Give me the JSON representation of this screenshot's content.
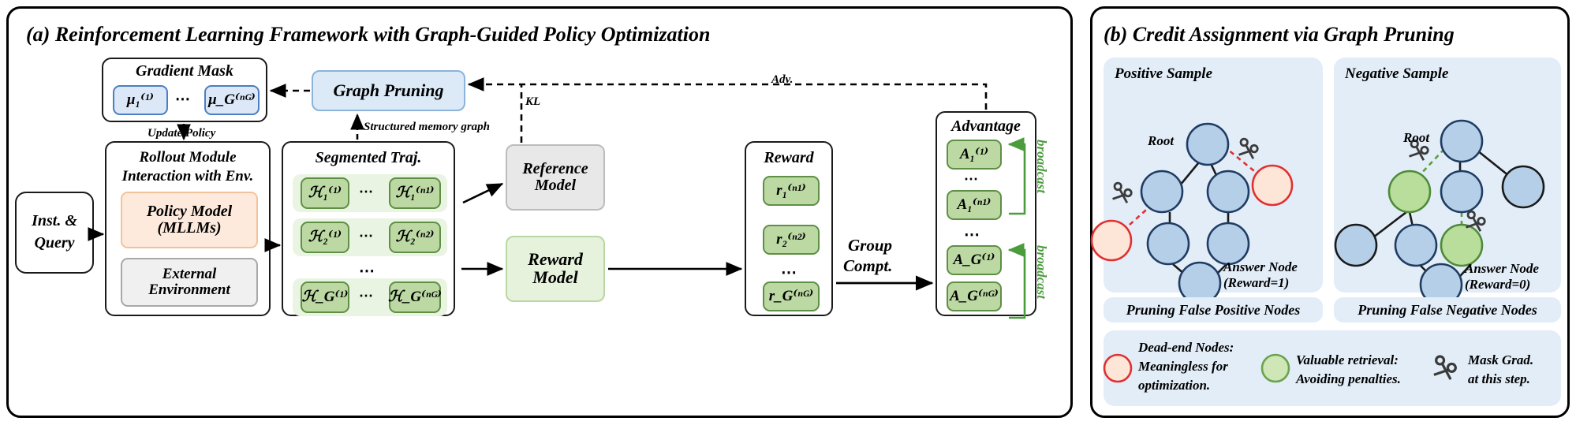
{
  "panels": {
    "a": {
      "title": "(a) Reinforcement Learning Framework with Graph-Guided Policy Optimization",
      "gradient_mask": {
        "title": "Gradient Mask",
        "chips": [
          "μ₁⁽¹⁾",
          "μ_G⁽ⁿᴳ⁾"
        ],
        "dots": "⋯"
      },
      "graph_pruning": {
        "label": "Graph Pruning"
      },
      "rollout": {
        "title_line1": "Rollout Module",
        "title_line2": "Interaction with Env.",
        "policy_model_line1": "Policy Model",
        "policy_model_line2": "(MLLMs)",
        "external_line1": "External",
        "external_line2": "Environment"
      },
      "input": {
        "line1": "Inst. &",
        "line2": "Query"
      },
      "segmented_traj": {
        "title": "Segmented Traj.",
        "rows": [
          {
            "first": "ℋ₁⁽¹⁾",
            "last": "ℋ₁⁽ⁿ¹⁾"
          },
          {
            "first": "ℋ₂⁽¹⁾",
            "last": "ℋ₂⁽ⁿ²⁾"
          },
          {
            "first": "ℋ_G⁽¹⁾",
            "last": "ℋ_G⁽ⁿᴳ⁾"
          }
        ],
        "vdots": "⋯",
        "dots": "⋯"
      },
      "reference_model": {
        "line1": "Reference",
        "line2": "Model"
      },
      "reward_model": {
        "line1": "Reward",
        "line2": "Model"
      },
      "reward": {
        "title": "Reward",
        "chips": [
          "r₁⁽ⁿ¹⁾",
          "r₂⁽ⁿ²⁾",
          "r_G⁽ⁿᴳ⁾"
        ],
        "dots": "⋯"
      },
      "advantage": {
        "title": "Advantage",
        "group1": [
          "A₁⁽¹⁾",
          "A₁⁽ⁿ¹⁾"
        ],
        "group2": [
          "A_G⁽¹⁾",
          "A_G⁽ⁿᴳ⁾"
        ],
        "dots": "⋯",
        "broadcast_label": "broadcast"
      },
      "edge_labels": {
        "update_policy": "Update Policy",
        "structured_memory_graph": "Structured memory graph",
        "kl": "KL",
        "adv": "Adv.",
        "group_compt_line1": "Group",
        "group_compt_line2": "Compt."
      }
    },
    "b": {
      "title": "(b) Credit Assignment via Graph Pruning",
      "positive": {
        "title": "Positive Sample",
        "root_label": "Root",
        "answer_line1": "Answer Node",
        "answer_line2": "(Reward=1)",
        "caption": "Pruning False Positive Nodes"
      },
      "negative": {
        "title": "Negative Sample",
        "root_label": "Root",
        "answer_line1": "Answer Node",
        "answer_line2": "(Reward=0)",
        "caption": "Pruning False Negative Nodes"
      },
      "legend": [
        {
          "swatch": "red-circle",
          "line1": "Dead-end Nodes:",
          "line2": "Meaningless for",
          "line3": "optimization."
        },
        {
          "swatch": "green-circle",
          "line1": "Valuable retrieval:",
          "line2": "Avoiding penalties.",
          "line3": ""
        },
        {
          "swatch": "scissors-icon",
          "line1": "Mask Grad.",
          "line2": "at this step.",
          "line3": ""
        }
      ]
    }
  },
  "colors": {
    "blue_node": "#b6cfe8",
    "blue_node_stroke": "#1f3c63",
    "green_node": "#b9dd9b",
    "green_node_stroke": "#4f8a3a",
    "red_node": "#fde6d8",
    "red_node_stroke": "#e03030",
    "panel_bg": "#e2edf8",
    "chip_green": "#bcd9a4",
    "chip_blue": "#dce8f7",
    "accent_green": "#4a9c3c"
  }
}
